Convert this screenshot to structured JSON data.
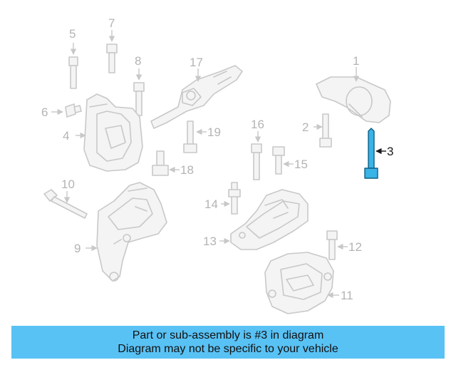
{
  "diagram": {
    "callouts": [
      "1",
      "2",
      "3",
      "4",
      "5",
      "6",
      "7",
      "8",
      "9",
      "10",
      "11",
      "12",
      "13",
      "14",
      "15",
      "16",
      "17",
      "18",
      "19"
    ],
    "highlighted_part": "3"
  },
  "banner": {
    "line1": "Part or sub-assembly is #3 in diagram",
    "line2": "Diagram may not be specific to your vehicle"
  },
  "colors": {
    "banner_bg": "#59c2f5",
    "highlight_part": "#3ab3e6",
    "part_outline": "#c8c8c8"
  }
}
